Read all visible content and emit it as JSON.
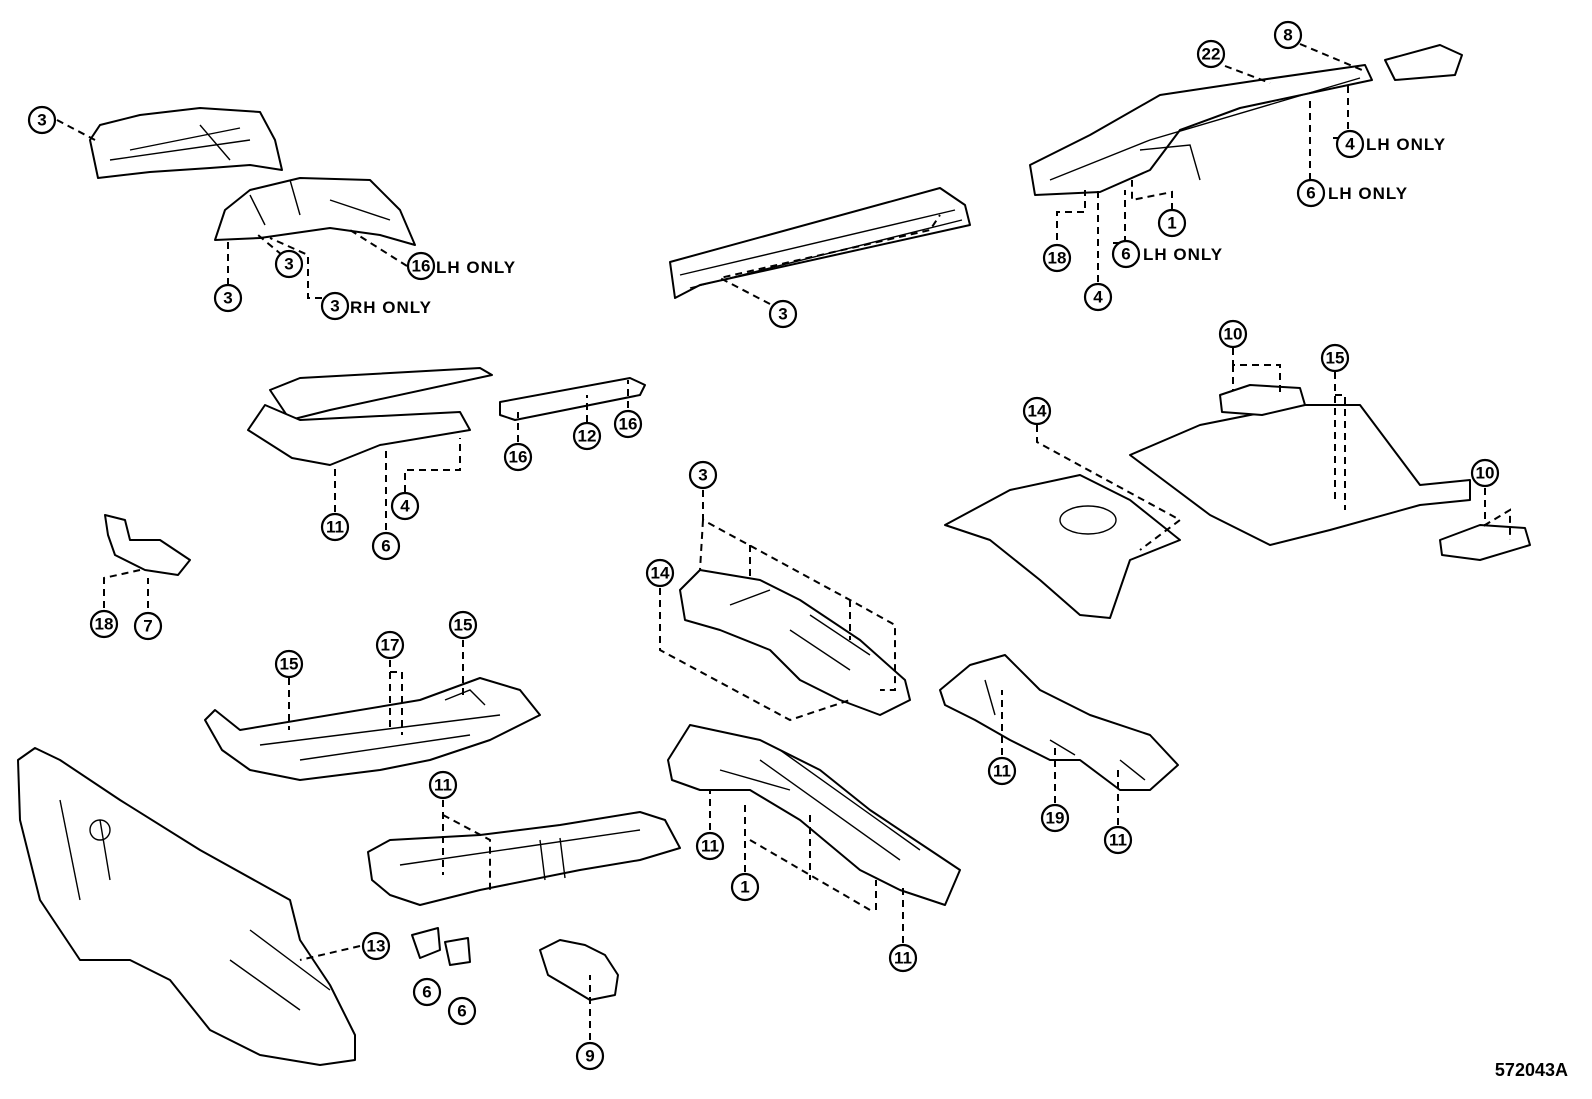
{
  "diagram_id": "572043A",
  "callouts": [
    {
      "label": "3"
    },
    {
      "label": "3"
    },
    {
      "label": "3"
    },
    {
      "label": "3"
    },
    {
      "label": "16"
    },
    {
      "label": "3"
    },
    {
      "label": "22"
    },
    {
      "label": "8"
    },
    {
      "label": "4"
    },
    {
      "label": "6"
    },
    {
      "label": "1"
    },
    {
      "label": "6"
    },
    {
      "label": "18"
    },
    {
      "label": "4"
    },
    {
      "label": "10"
    },
    {
      "label": "15"
    },
    {
      "label": "14"
    },
    {
      "label": "10"
    },
    {
      "label": "16"
    },
    {
      "label": "12"
    },
    {
      "label": "16"
    },
    {
      "label": "11"
    },
    {
      "label": "6"
    },
    {
      "label": "4"
    },
    {
      "label": "18"
    },
    {
      "label": "7"
    },
    {
      "label": "3"
    },
    {
      "label": "14"
    },
    {
      "label": "15"
    },
    {
      "label": "17"
    },
    {
      "label": "15"
    },
    {
      "label": "11"
    },
    {
      "label": "11"
    },
    {
      "label": "1"
    },
    {
      "label": "11"
    },
    {
      "label": "11"
    },
    {
      "label": "19"
    },
    {
      "label": "11"
    },
    {
      "label": "13"
    },
    {
      "label": "6"
    },
    {
      "label": "6"
    },
    {
      "label": "9"
    }
  ],
  "notes": {
    "lh_only_16": "LH ONLY",
    "rh_only_3": "RH ONLY",
    "lh_only_4": "LH ONLY",
    "lh_only_6a": "LH ONLY",
    "lh_only_6b": "LH ONLY"
  }
}
